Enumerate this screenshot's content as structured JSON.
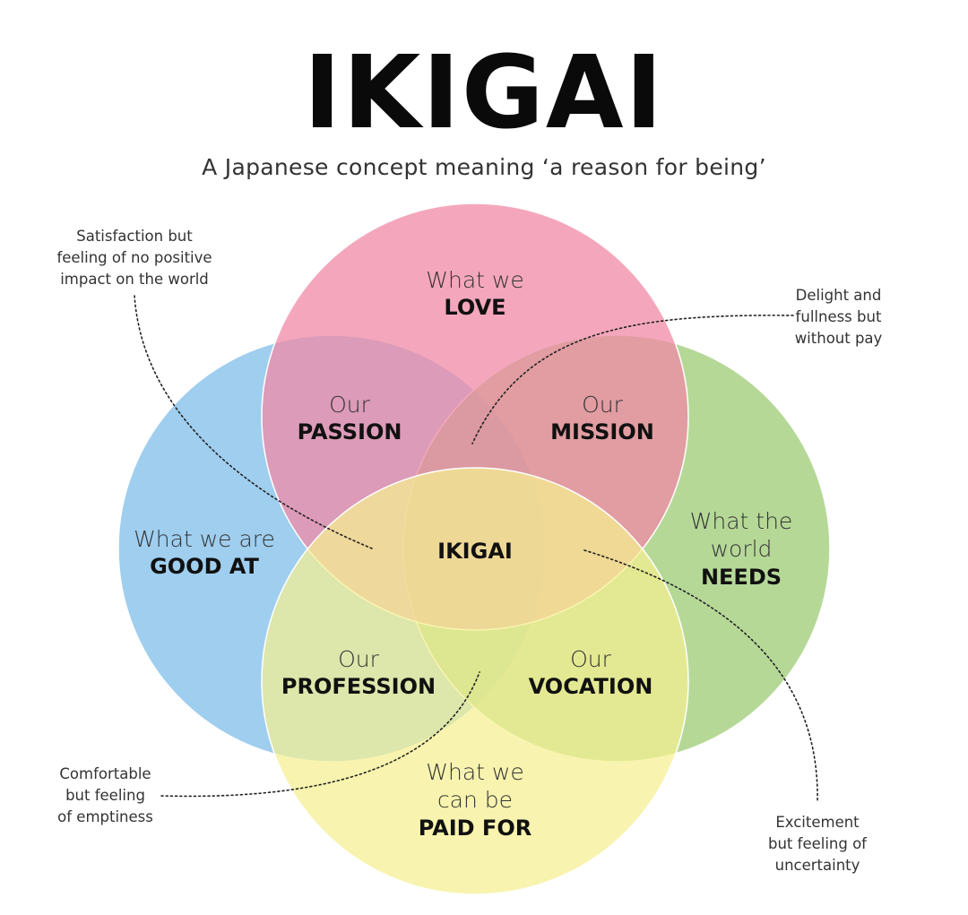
{
  "header": {
    "title": "IKIGAI",
    "subtitle": "A Japanese concept meaning ‘a reason for being’"
  },
  "colors": {
    "love": "#f08aa6",
    "good_at": "#7fbdea",
    "needs": "#9ccb74",
    "paid_for": "#f5f090"
  },
  "circles": {
    "love": {
      "line1": "What we",
      "line2": "LOVE"
    },
    "good_at": {
      "line1": "What we are",
      "line2": "GOOD AT"
    },
    "needs": {
      "line1": "What the",
      "line2": "world",
      "line3": "NEEDS"
    },
    "paid_for": {
      "line1": "What we",
      "line2": "can be",
      "line3": "PAID FOR"
    }
  },
  "intersections": {
    "passion": {
      "line1": "Our",
      "line2": "PASSION"
    },
    "mission": {
      "line1": "Our",
      "line2": "MISSION"
    },
    "profession": {
      "line1": "Our",
      "line2": "PROFESSION"
    },
    "vocation": {
      "line1": "Our",
      "line2": "VOCATION"
    },
    "center": "IKIGAI"
  },
  "notes": {
    "top_left": [
      "Satisfaction but",
      "feeling of no positive",
      "impact on the world"
    ],
    "top_right": [
      "Delight and",
      "fullness but",
      "without pay"
    ],
    "bottom_left": [
      "Comfortable",
      "but feeling",
      "of emptiness"
    ],
    "bottom_right": [
      "Excitement",
      "but feeling of",
      "uncertainty"
    ]
  }
}
